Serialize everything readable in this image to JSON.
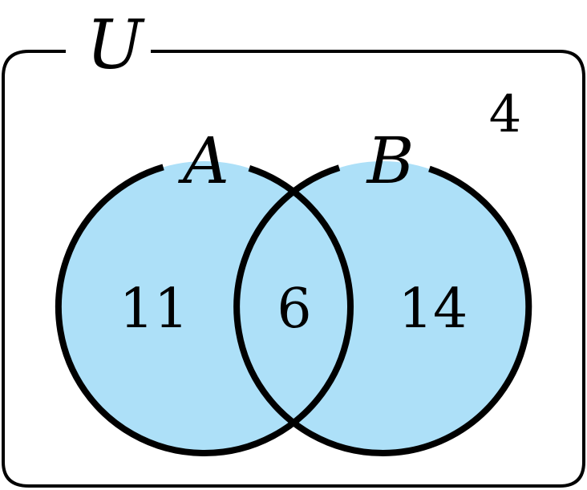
{
  "universe": {
    "label": "U",
    "outside_count": "4"
  },
  "sets": [
    {
      "label": "A",
      "only_count": "11"
    },
    {
      "label": "B",
      "only_count": "14"
    }
  ],
  "intersection": {
    "count": "6"
  },
  "colors": {
    "fill": "#ade0f8",
    "stroke": "#000000",
    "background": "#ffffff"
  }
}
